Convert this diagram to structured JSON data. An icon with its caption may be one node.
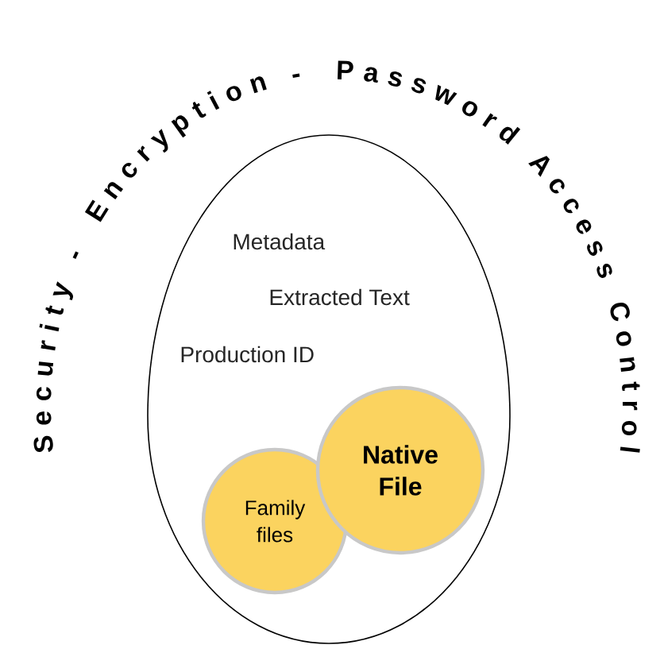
{
  "diagram": {
    "nodes": [
      {
        "text": [
          "Metadata",
          "Extracted Text",
          "Production ID"
        ]
      },
      {
        "text": [
          "Family files"
        ],
        "in": 0
      },
      {
        "text": [
          "Native File"
        ],
        "in": 0
      }
    ],
    "labels": [
      "Security - Encryption - Password Access Control"
    ]
  }
}
